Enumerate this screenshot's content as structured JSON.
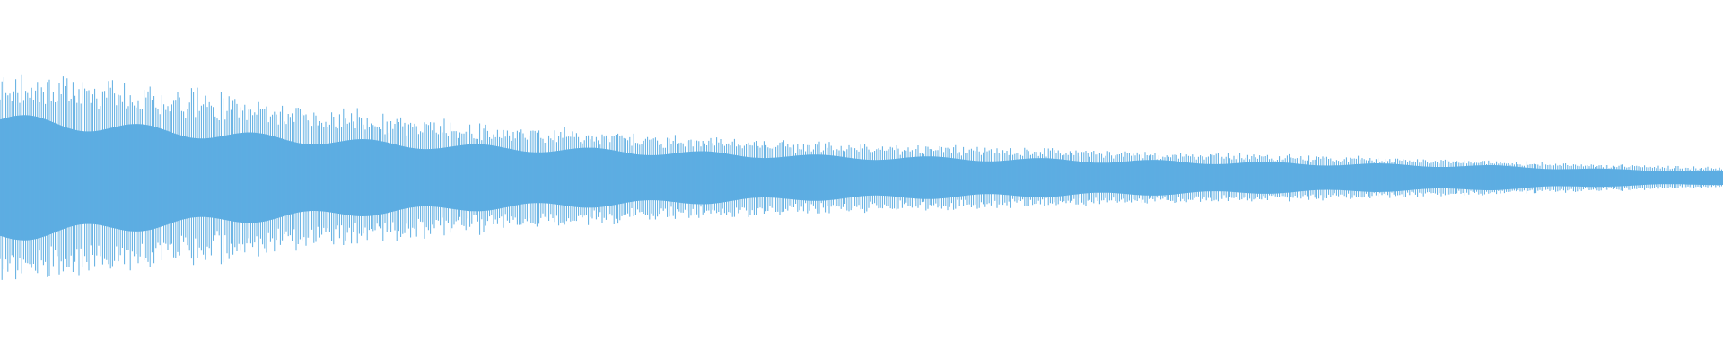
{
  "waveform": {
    "color": "#5dade2",
    "background": "#ffffff",
    "envelope_profile": {
      "description_free": true,
      "peak_amplitudes": [
        0.62,
        0.56,
        0.49,
        0.4,
        0.33,
        0.28,
        0.24,
        0.21,
        0.19,
        0.17,
        0.15,
        0.14,
        0.12,
        0.1,
        0.08,
        0.06
      ],
      "body_amplitudes": [
        0.36,
        0.31,
        0.26,
        0.22,
        0.19,
        0.17,
        0.15,
        0.13,
        0.12,
        0.11,
        0.1,
        0.09,
        0.08,
        0.07,
        0.05,
        0.04
      ]
    }
  }
}
